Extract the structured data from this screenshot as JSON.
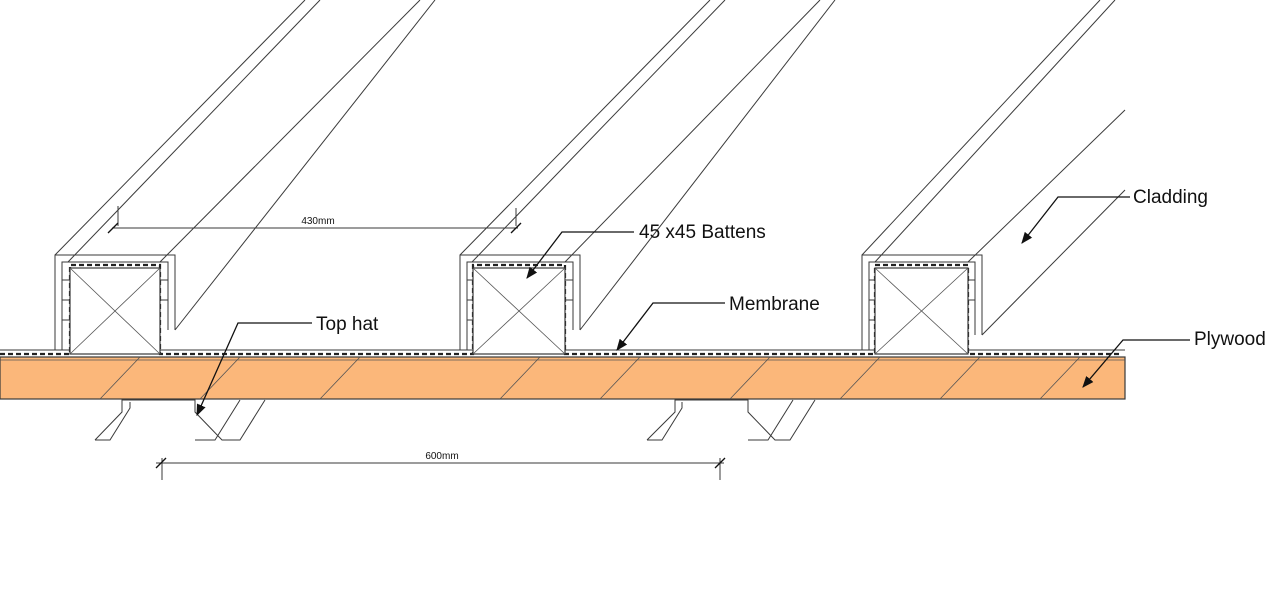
{
  "labels": {
    "cladding": "Cladding",
    "battens": "45 x45 Battens",
    "membrane": "Membrane",
    "top_hat": "Top hat",
    "plywood": "Plywood"
  },
  "dimensions": {
    "batten_spacing": "430mm",
    "top_hat_spacing": "600mm"
  },
  "colors": {
    "plywood_fill": "#fbb77a",
    "line": "#3a3a3a"
  }
}
